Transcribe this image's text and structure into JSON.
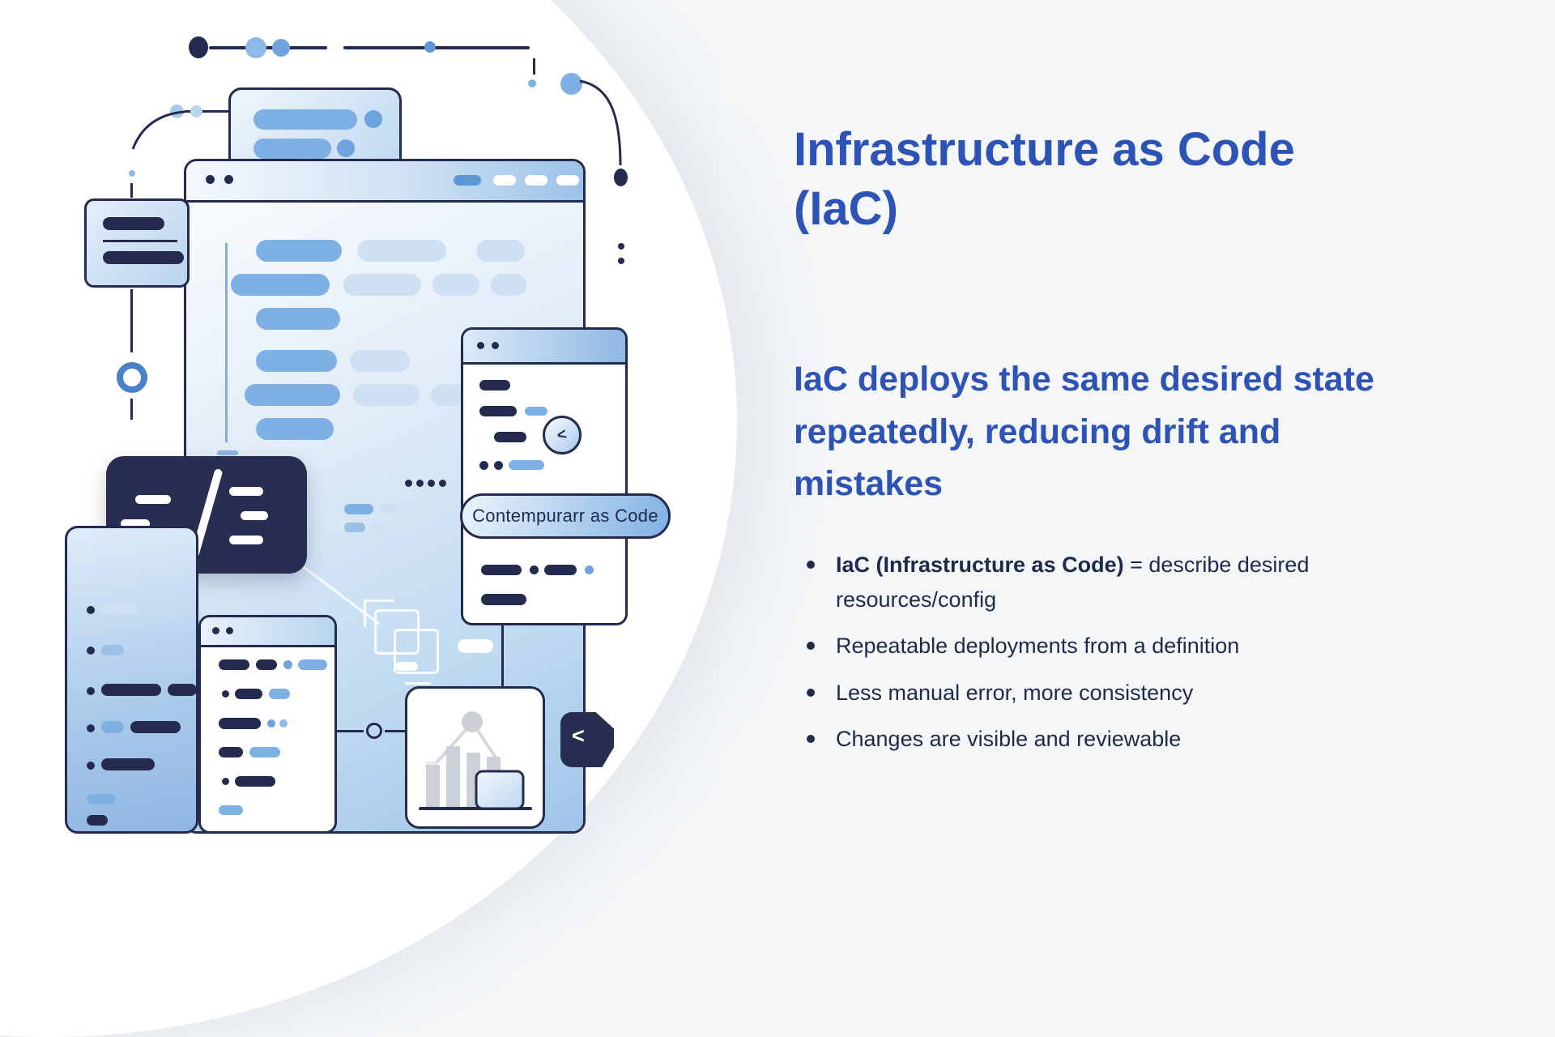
{
  "content": {
    "title_line1": "Infrastructure as Code",
    "title_line2": "(IaC)",
    "subtitle": "IaC deploys the same desired state repeatedly, reducing drift and mistakes",
    "bullets": [
      {
        "bold": "IaC (Infrastructure as Code)",
        "text": " = describe desired resources/config"
      },
      {
        "bold": "",
        "text": "Repeatable deployments from a definition"
      },
      {
        "bold": "",
        "text": "Less manual error, more consistency"
      },
      {
        "bold": "",
        "text": "Changes are visible and reviewable"
      }
    ]
  },
  "illustration": {
    "badge_label": "Contempurarr as Code",
    "circle_icon_glyph": "<",
    "corner_icon_glyph": "<",
    "icons": [
      "code-slash-icon",
      "copy-icon",
      "code-circle-icon",
      "bar-chart-icon",
      "terminal-corner-icon"
    ],
    "colors": {
      "navy": "#252b4e",
      "blue": "#7fb0e3",
      "light_blue": "#cfe0f2",
      "accent_ring": "#4a80c8",
      "bar_gray": "#ccd1d8"
    }
  },
  "theme": {
    "accent": "#2e53b6",
    "text": "#1e2a4a",
    "page_bg": "#f4f6f8",
    "canvas_bg": "#ffffff"
  }
}
